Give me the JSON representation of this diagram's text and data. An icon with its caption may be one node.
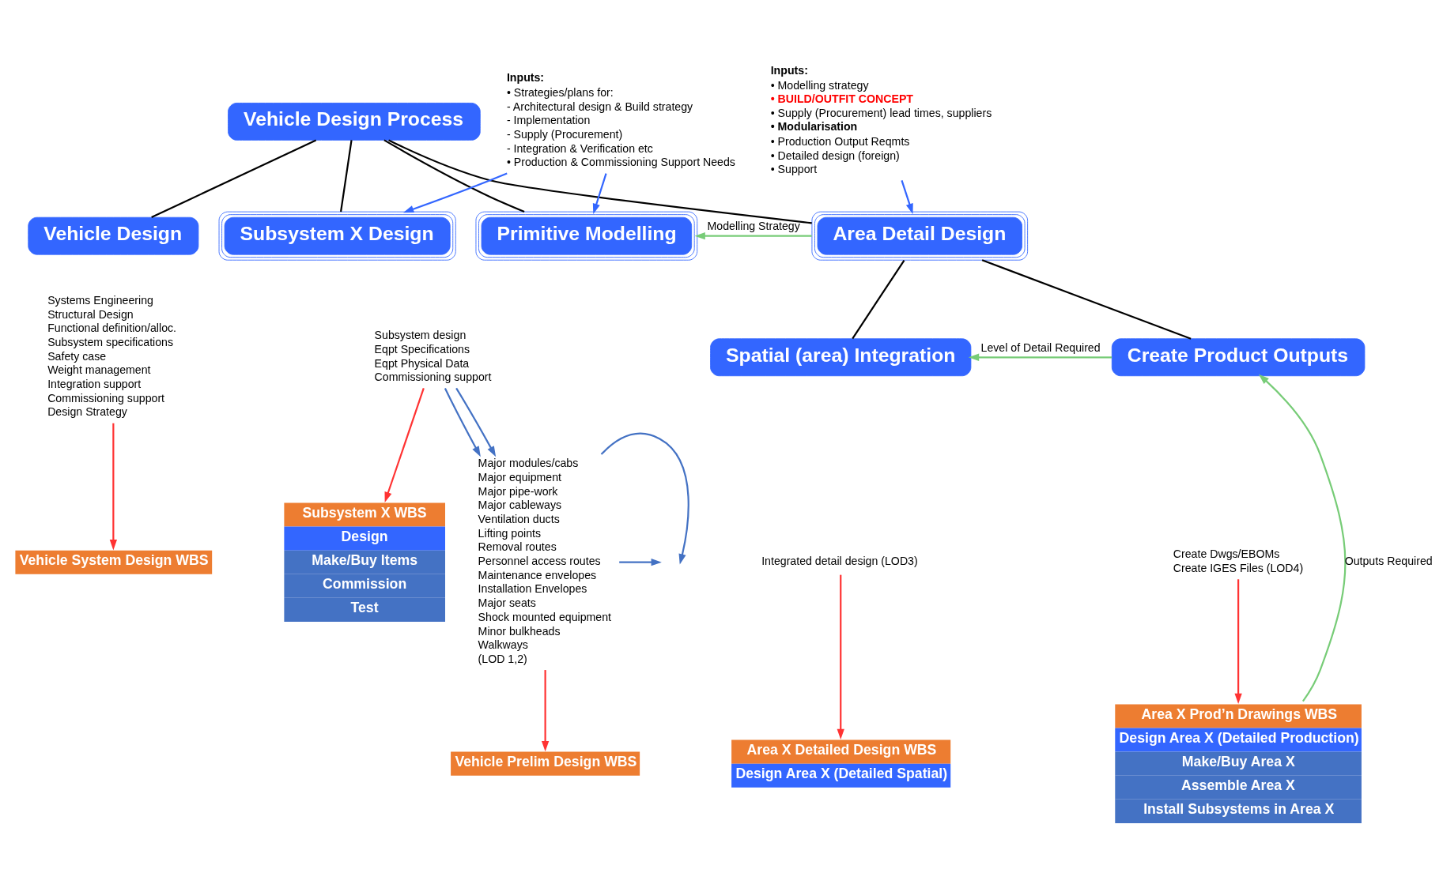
{
  "diagram": {
    "nodes": [
      {
        "text": [
          "Vehicle Design Process"
        ]
      },
      {
        "text": [
          "Vehicle Design"
        ]
      },
      {
        "text": [
          "Subsystem X Design"
        ]
      },
      {
        "text": [
          "Primitive Modelling"
        ]
      },
      {
        "text": [
          "Area Detail Design"
        ]
      },
      {
        "text": [
          "Spatial (area) Integration"
        ]
      },
      {
        "text": [
          "Create Product Outputs"
        ]
      },
      {
        "text": [
          "Inputs:",
          "• Strategies/plans for:",
          "- Architectural design & Build strategy",
          "- Implementation",
          "- Supply (Procurement)",
          "- Integration & Verification etc",
          "• Production & Commissioning Support Needs"
        ]
      },
      {
        "text": [
          "Inputs:",
          "• Modelling strategy",
          "• BUILD/OUTFIT CONCEPT",
          "• Supply (Procurement) lead times, suppliers",
          "• Modularisation",
          "• Production Output Reqmts",
          "• Detailed design (foreign)",
          "• Support"
        ]
      },
      {
        "text": [
          "Systems Engineering",
          "Structural Design",
          "Functional definition/alloc.",
          "Subsystem specifications",
          "Safety case",
          "Weight management",
          "Integration support",
          "Commissioning support",
          "Design Strategy"
        ]
      },
      {
        "text": [
          "Vehicle System Design WBS"
        ]
      },
      {
        "text": [
          "Subsystem design",
          "Eqpt Specifications",
          "Eqpt Physical Data",
          "Commissioning support"
        ]
      },
      {
        "text": [
          "Subsystem X WBS",
          "Design",
          "Make/Buy Items",
          "Commission",
          "Test"
        ]
      },
      {
        "text": [
          "Major modules/cabs",
          "Major equipment",
          "Major pipe-work",
          "Major cableways",
          "Ventilation ducts",
          "Lifting points",
          "Removal routes",
          "Personnel access routes",
          "Maintenance envelopes",
          "Installation Envelopes",
          "Major seats",
          "Shock mounted equipment",
          "Minor bulkheads",
          "Walkways",
          "(LOD 1,2)"
        ]
      },
      {
        "text": [
          "Vehicle Prelim Design WBS"
        ]
      },
      {
        "text": [
          "Integrated detail design (LOD3)"
        ]
      },
      {
        "text": [
          "Area X Detailed Design WBS",
          "Design Area X (Detailed Spatial)"
        ]
      },
      {
        "text": [
          "Create Dwgs/EBOMs",
          "Create IGES Files (LOD4)"
        ]
      },
      {
        "text": [
          "Area X Prod’n Drawings WBS",
          "Design Area X (Detailed Production)",
          "Make/Buy Area X",
          "Assemble Area X",
          "Install Subsystems in Area X"
        ]
      }
    ],
    "edges": [
      {
        "from": 0,
        "to": 1,
        "arrow": "none"
      },
      {
        "from": 0,
        "to": 2,
        "arrow": "none"
      },
      {
        "from": 0,
        "to": 3,
        "arrow": "none"
      },
      {
        "from": 0,
        "to": 4,
        "arrow": "none"
      },
      {
        "from": 4,
        "to": 5,
        "arrow": "none"
      },
      {
        "from": 4,
        "to": 6,
        "arrow": "none"
      },
      {
        "from": 7,
        "to": 2,
        "arrow": "to",
        "color": "#3366ff"
      },
      {
        "from": 7,
        "to": 3,
        "arrow": "to",
        "color": "#3366ff"
      },
      {
        "from": 8,
        "to": 4,
        "arrow": "to",
        "color": "#3366ff"
      },
      {
        "from": 4,
        "to": 3,
        "arrow": "to",
        "label": "Modelling Strategy",
        "color": "#77cc77"
      },
      {
        "from": 6,
        "to": 5,
        "arrow": "to",
        "label": "Level of Detail Required",
        "color": "#77cc77"
      },
      {
        "from": 18,
        "to": 6,
        "arrow": "to",
        "label": "Outputs Required",
        "color": "#77cc77"
      },
      {
        "from": 11,
        "to": 13,
        "arrow": "to",
        "color": "#4472c4"
      },
      {
        "from": 11,
        "to": 13,
        "arrow": "to",
        "color": "#4472c4"
      },
      {
        "from": 13,
        "to": null,
        "arrow": "to",
        "color": "#4472c4"
      },
      {
        "from": 13,
        "to": null,
        "arrow": "to",
        "color": "#4472c4"
      },
      {
        "from": 9,
        "to": 10,
        "arrow": "to",
        "color": "#ff3333"
      },
      {
        "from": 11,
        "to": 12,
        "arrow": "to",
        "color": "#ff3333"
      },
      {
        "from": 13,
        "to": 14,
        "arrow": "to",
        "color": "#ff3333"
      },
      {
        "from": 15,
        "to": 16,
        "arrow": "to",
        "color": "#ff3333"
      },
      {
        "from": 17,
        "to": 18,
        "arrow": "to",
        "color": "#ff3333"
      }
    ]
  }
}
